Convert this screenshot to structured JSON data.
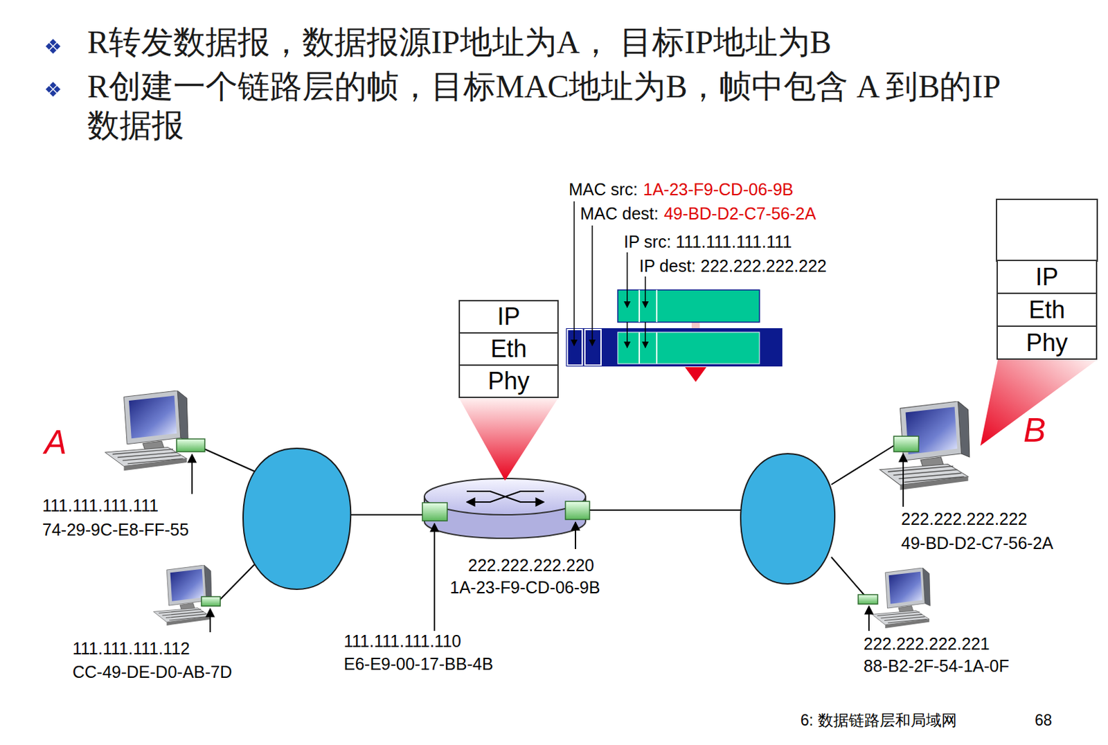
{
  "diagram": {
    "nodes": [
      {
        "text": [
          "IP"
        ]
      },
      {
        "text": [
          "Eth"
        ]
      },
      {
        "text": [
          "Phy"
        ]
      },
      {
        "text": [
          "IP"
        ]
      },
      {
        "text": [
          "Eth"
        ]
      },
      {
        "text": [
          "Phy"
        ]
      }
    ],
    "labels": [
      "R转发数据报，数据报源IP地址为A， 目标IP地址为B",
      "R创建一个链路层的帧，目标MAC地址为B，帧中包含 A 到B的IP 数据报",
      "MAC src:",
      "1A-23-F9-CD-06-9B",
      "MAC dest:",
      "49-BD-D2-C7-56-2A",
      "IP src: 111.111.111.111",
      "IP dest: 222.222.222.222",
      "A",
      "B",
      "111.111.111.111",
      "74-29-9C-E8-FF-55",
      "111.111.111.112",
      "CC-49-DE-D0-AB-7D",
      "111.111.111.110",
      "E6-E9-00-17-BB-4B",
      "222.222.222.220",
      "1A-23-F9-CD-06-9B",
      "222.222.222.222",
      "49-BD-D2-C7-56-2A",
      "222.222.222.221",
      "88-B2-2F-54-1A-0F",
      "6: 数据链路层和局域网",
      "68"
    ]
  }
}
